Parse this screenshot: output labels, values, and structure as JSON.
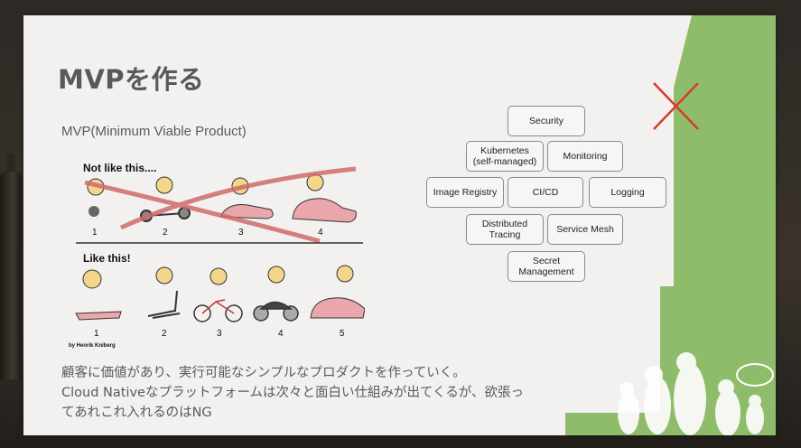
{
  "slide": {
    "title": "MVPを作る",
    "subtitle": "MVP(Minimum Viable Product)"
  },
  "illustration": {
    "not_like_this": "Not like this....",
    "like_this": "Like this!",
    "top_numbers": [
      "1",
      "2",
      "3",
      "4"
    ],
    "bottom_numbers": [
      "1",
      "2",
      "3",
      "4",
      "5"
    ],
    "credit": "by Henrik Kniberg"
  },
  "components": {
    "security": "Security",
    "kubernetes": "Kubernetes\n(self-managed)",
    "monitoring": "Monitoring",
    "image_registry": "Image Registry",
    "cicd": "CI/CD",
    "logging": "Logging",
    "distributed_tracing": "Distributed\nTracing",
    "service_mesh": "Service Mesh",
    "secret_management": "Secret\nManagement"
  },
  "body": {
    "line1": "顧客に価値があり、実行可能なシンプルなプロダクトを作っていく。",
    "line2": "Cloud Nativeなプラットフォームは次々と面白い仕組みが出てくるが、欲張っ",
    "line3": "てあれこれ入れるのはNG"
  },
  "colors": {
    "green": "#8fbc6a",
    "cross_red": "#d83a2a",
    "text_gray": "#5a5a5a"
  }
}
